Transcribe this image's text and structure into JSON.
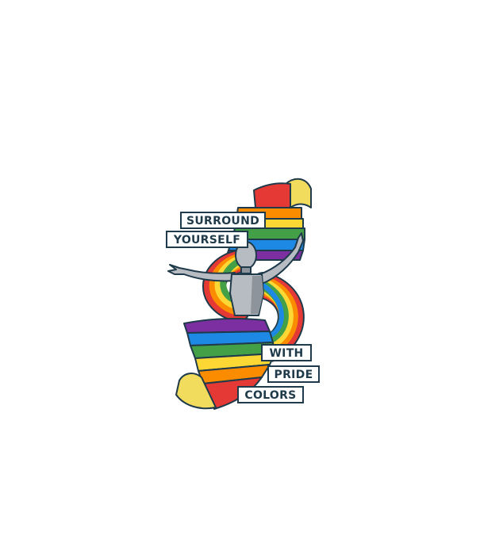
{
  "illustration": {
    "labels": {
      "line1": "SURROUND",
      "line2": "YOURSELF",
      "line3": "WITH",
      "line4": "PRIDE",
      "line5": "COLORS"
    },
    "colors": {
      "background": "#ffffff",
      "outline": "#1f3a4a",
      "red": "#e53935",
      "orange": "#fb8c00",
      "yellow": "#fdd835",
      "green": "#43a047",
      "blue": "#1e88e5",
      "purple": "#7b2fa0",
      "ribbon_back": "#f2dc5d",
      "figure": "#b7bcc2",
      "figure_shade": "#8e949b",
      "label_bg": "#ffffff"
    }
  }
}
